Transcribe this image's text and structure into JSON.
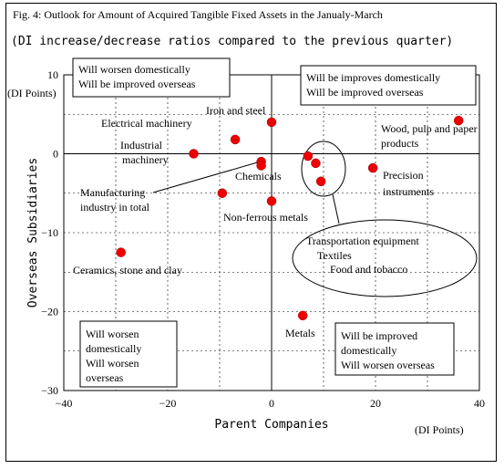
{
  "chart_data": {
    "type": "scatter",
    "title": "Fig. 4: Outlook for Amount of Acquired Tangible Fixed Assets in the Janualy-March",
    "subtitle": "(DI increase/decrease ratios compared to the previous quarter)",
    "xlabel": "Parent Companies",
    "ylabel": "Overseas Subsidiaries",
    "x_unit": "(DI Points)",
    "y_unit": "(DI Points)",
    "xlim": [
      -40,
      40
    ],
    "ylim": [
      -30,
      10
    ],
    "x_ticks": [
      "−40",
      "−20",
      "0",
      "20",
      "40"
    ],
    "y_ticks": [
      "10",
      "0",
      "−10",
      "−20",
      "−30"
    ],
    "grid": true,
    "points": [
      {
        "label": "Iron and steel",
        "x": 0,
        "y": 4
      },
      {
        "label": "Electrical machinery",
        "x": -7,
        "y": 1.8
      },
      {
        "label": "Industrial machinery",
        "x": -15,
        "y": 0
      },
      {
        "label": "Chemicals",
        "x": -2,
        "y": -1
      },
      {
        "label": "Manufacturing industry in total",
        "x": -2,
        "y": -1.5
      },
      {
        "label": "Non-ferrous metals",
        "x": -9.5,
        "y": -5
      },
      {
        "label": "Non-ferrous metals",
        "x": 0,
        "y": -6
      },
      {
        "label": "Transportation equipment",
        "x": 7,
        "y": -0.3
      },
      {
        "label": "Textiles",
        "x": 8.5,
        "y": -1.2
      },
      {
        "label": "Food and tobacco",
        "x": 9.5,
        "y": -3.5
      },
      {
        "label": "Precision instruments",
        "x": 19.5,
        "y": -1.8
      },
      {
        "label": "Wood, pulp and paper products",
        "x": 36,
        "y": 4.2
      },
      {
        "label": "Ceramics, stone and clay",
        "x": -29,
        "y": -12.5
      },
      {
        "label": "Metals",
        "x": 6,
        "y": -20.5
      }
    ],
    "point_labels": {
      "iron": "Iron and steel",
      "electrical": "Electrical machinery",
      "industrial_1": "Industrial",
      "industrial_2": "machinery",
      "chemicals": "Chemicals",
      "mfg_1": "Manufacturing",
      "mfg_2": "industry in total",
      "nonferrous": "Non-ferrous metals",
      "ceramics": "Ceramics, stone and clay",
      "metals": "Metals",
      "wood_1": "Wood, pulp and paper",
      "wood_2": "products",
      "precision_1": "Precision",
      "precision_2": "instruments",
      "transport": "Transportation equipment",
      "textiles": "Textiles",
      "food": "Food and tobacco"
    },
    "quadrant_boxes": {
      "top_left": [
        "Will worsen domestically",
        "Will be improved overseas"
      ],
      "top_right": [
        "Will be improves domestically",
        "Will be improved overseas"
      ],
      "bottom_left": [
        "Will worsen",
        "domestically",
        "Will worsen",
        "overseas"
      ],
      "bottom_right": [
        "Will be improved",
        "domestically",
        "Will worsen overseas"
      ]
    },
    "colors": {
      "point": "#ee0000",
      "grid": "#000000"
    }
  }
}
